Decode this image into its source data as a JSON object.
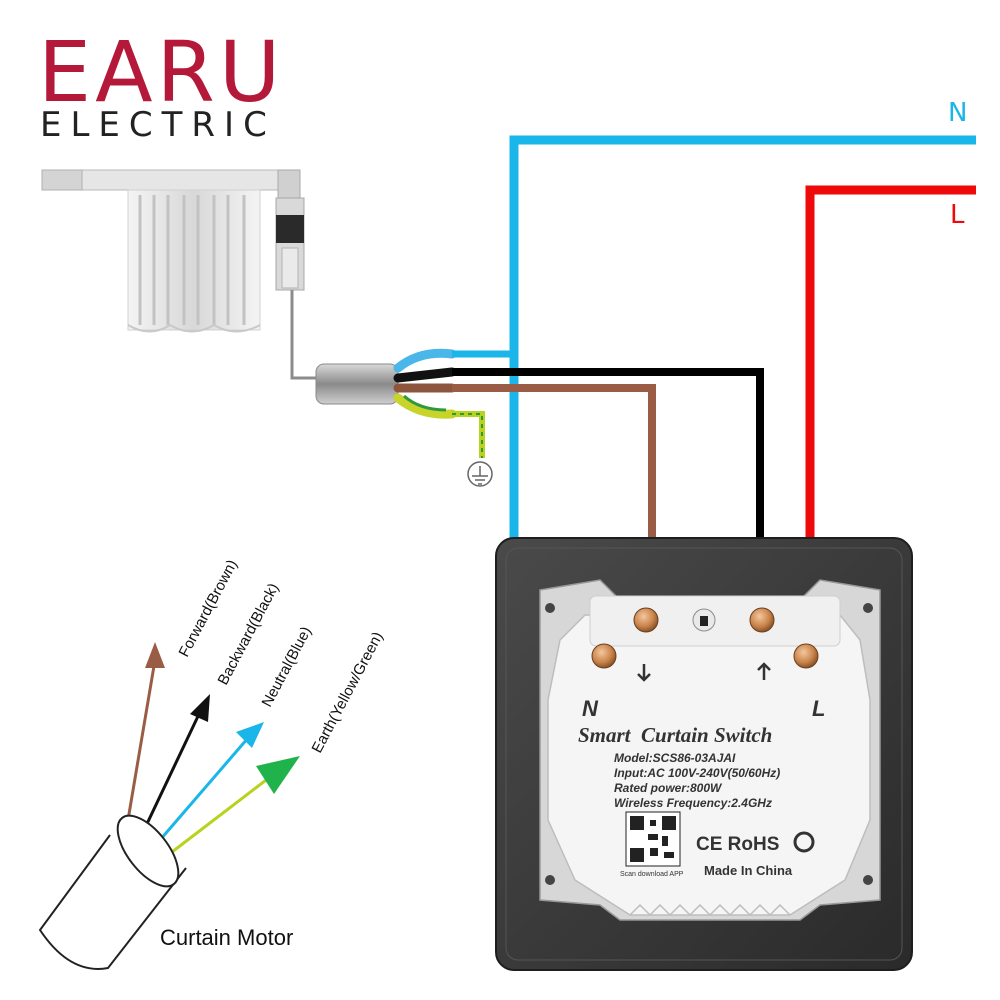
{
  "brand": {
    "name": "EARU",
    "tagline": "ELECTRIC",
    "name_color": "#b5193a",
    "tagline_color": "#222222"
  },
  "lines": {
    "neutral_label": "N",
    "live_label": "L",
    "neutral_color": "#1ab6ea",
    "live_color": "#ee0a0a"
  },
  "wire_colors": {
    "brown": "#9b5c46",
    "black": "#000000",
    "earth": "#b9d21e"
  },
  "switch": {
    "terminal_n": "N",
    "terminal_l": "L",
    "title": "Smart  Curtain Switch",
    "model": "Model:SCS86-03AJAI",
    "input": "Input:AC 100V-240V(50/60Hz)",
    "power": "Rated power:800W",
    "wireless": "Wireless Frequency:2.4GHz",
    "scan": "Scan download APP",
    "certs": "CE RoHS",
    "made_in": "Made In China"
  },
  "legend": {
    "forward": "Forward(Brown)",
    "backward": "Backward(Black)",
    "neutral": "Neutral(Blue)",
    "earth": "Earth(Yellow/Green)",
    "motor": "Curtain Motor"
  }
}
